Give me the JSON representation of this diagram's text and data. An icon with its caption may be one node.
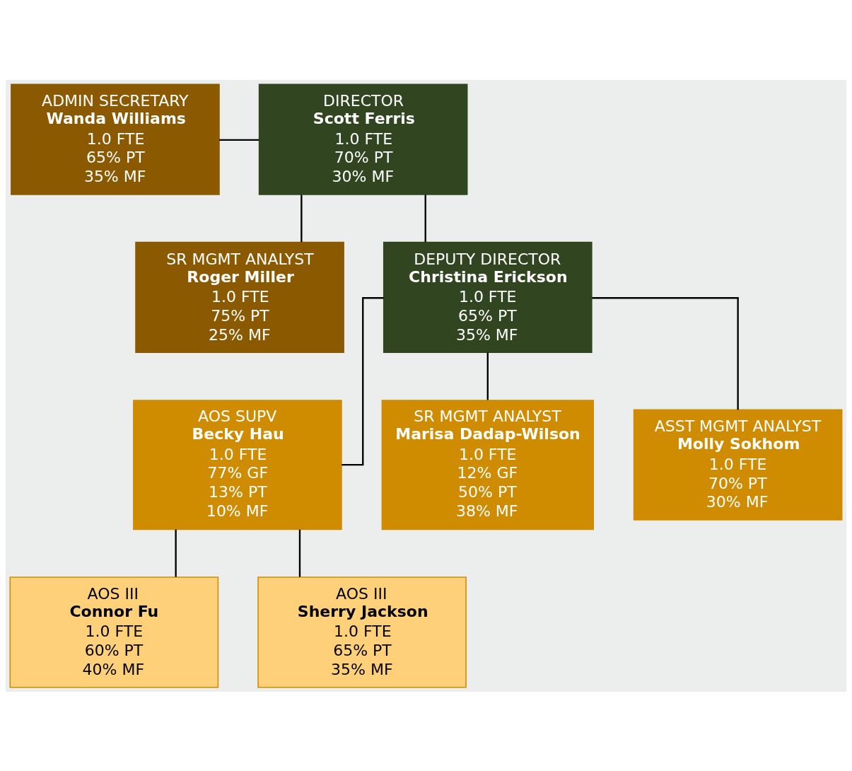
{
  "diagram": {
    "nodes": [
      {
        "text": [
          "DIRECTOR",
          "Scott Ferris",
          "1.0 FTE",
          "70% PT",
          "30% MF"
        ]
      },
      {
        "text": [
          "ADMIN SECRETARY",
          "Wanda Williams",
          "1.0 FTE",
          "65% PT",
          "35% MF"
        ]
      },
      {
        "text": [
          "SR MGMT ANALYST",
          "Roger Miller",
          "1.0 FTE",
          "75% PT",
          "25% MF"
        ]
      },
      {
        "text": [
          "DEPUTY DIRECTOR",
          "Christina Erickson",
          "1.0 FTE",
          "65% PT",
          "35% MF"
        ]
      },
      {
        "text": [
          "AOS SUPV",
          "Becky Hau",
          "1.0 FTE",
          "77% GF",
          "13% PT",
          "10% MF"
        ]
      },
      {
        "text": [
          "SR MGMT ANALYST",
          "Marisa Dadap-Wilson",
          "1.0 FTE",
          "12% GF",
          "50% PT",
          "38% MF"
        ]
      },
      {
        "text": [
          "ASST MGMT ANALYST",
          "Molly Sokhom",
          "1.0 FTE",
          "70% PT",
          "30% MF"
        ]
      },
      {
        "text": [
          "AOS III",
          "Connor Fu",
          "1.0 FTE",
          "60% PT",
          "40% MF"
        ]
      },
      {
        "text": [
          "AOS III",
          "Sherry Jackson",
          "1.0 FTE",
          "65% PT",
          "35% MF"
        ]
      }
    ],
    "edges": [
      {
        "from": 0,
        "to": 1,
        "arrow": "none"
      },
      {
        "from": 0,
        "to": 2,
        "arrow": "none"
      },
      {
        "from": 0,
        "to": 3,
        "arrow": "none"
      },
      {
        "from": 3,
        "to": 4,
        "arrow": "none"
      },
      {
        "from": 3,
        "to": 5,
        "arrow": "none"
      },
      {
        "from": 3,
        "to": 6,
        "arrow": "none"
      },
      {
        "from": 4,
        "to": 7,
        "arrow": "none"
      },
      {
        "from": 4,
        "to": 8,
        "arrow": "none"
      }
    ]
  }
}
